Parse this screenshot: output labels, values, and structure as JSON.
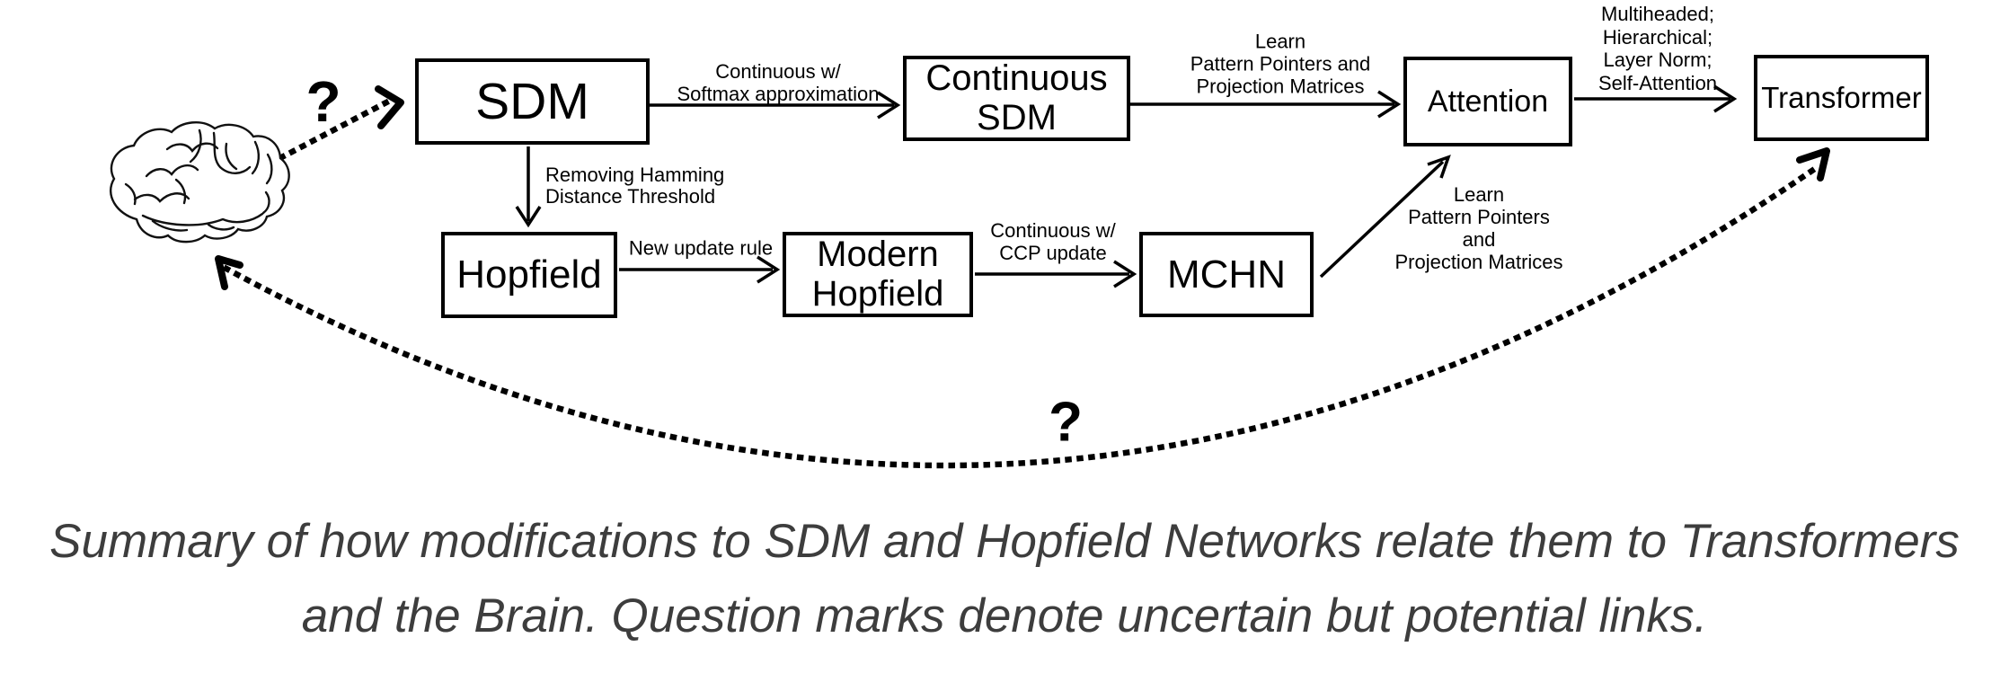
{
  "figure": {
    "nodes": [
      {
        "id": "sdm",
        "label": "SDM"
      },
      {
        "id": "continuous-sdm",
        "label": "Continuous\nSDM"
      },
      {
        "id": "attention",
        "label": "Attention"
      },
      {
        "id": "transformer",
        "label": "Transformer"
      },
      {
        "id": "hopfield",
        "label": "Hopfield"
      },
      {
        "id": "modern-hopfield",
        "label": "Modern\nHopfield"
      },
      {
        "id": "mchn",
        "label": "MCHN"
      }
    ],
    "edge_labels": [
      {
        "id": "sdm-to-continuous-sdm",
        "label": "Continuous w/\nSoftmax approximation"
      },
      {
        "id": "continuous-sdm-to-attention",
        "label": "Learn\nPattern Pointers and\nProjection Matrices"
      },
      {
        "id": "attention-to-transformer",
        "label": "Multiheaded;\nHierarchical;\nLayer Norm;\nSelf-Attention"
      },
      {
        "id": "sdm-to-hopfield",
        "label": "Removing Hamming\nDistance Threshold"
      },
      {
        "id": "hopfield-to-modern-hopfield",
        "label": "New update rule"
      },
      {
        "id": "modern-hopfield-to-mchn",
        "label": "Continuous w/\nCCP update"
      },
      {
        "id": "mchn-to-attention",
        "label": "Learn\nPattern Pointers\nand\nProjection Matrices"
      }
    ],
    "question_marks": {
      "brain_to_sdm": "?",
      "transformer_to_brain": "?"
    },
    "icons": {
      "brain": "brain-icon"
    },
    "caption": {
      "line1": "Summary of how modifications to SDM and Hopfield Networks relate them to Transformers",
      "line2": "and the Brain. Question marks denote uncertain but potential links."
    },
    "colors": {
      "ink": "#000000",
      "caption_text": "#3d3d3d",
      "background": "#ffffff"
    }
  }
}
